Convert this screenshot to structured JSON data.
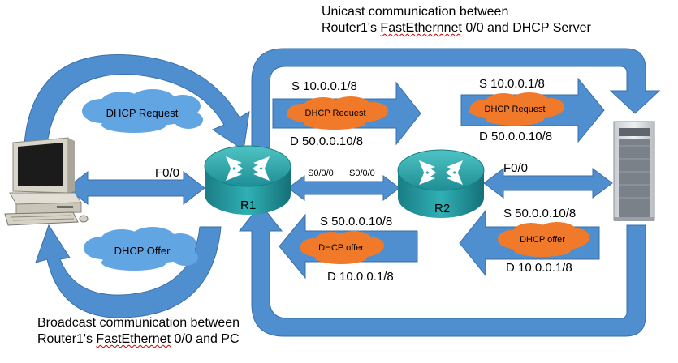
{
  "captions": {
    "unicast_line1": "Unicast communication between",
    "unicast_line2_prefix": "Router1's ",
    "unicast_line2_word": "FastEthernnet",
    "unicast_line2_suffix": " 0/0 and DHCP Server",
    "broadcast_line1": "Broadcast communication between",
    "broadcast_line2_prefix": "Router1's ",
    "broadcast_line2_word": "FastEthernet",
    "broadcast_line2_suffix": " 0/0 and PC"
  },
  "clouds": {
    "left_request": "DHCP Request",
    "left_offer": "DHCP Offer",
    "mid_request": "DHCP Request",
    "mid_offer": "DHCP offer",
    "right_request": "DHCP Request",
    "right_offer": "DHCP offer"
  },
  "routers": {
    "r1": "R1",
    "r2": "R2"
  },
  "interfaces": {
    "pc_side": "F0/0",
    "r1_serial": "S0/0/0",
    "r2_serial": "S0/0/0",
    "r2_fast": "F0/0"
  },
  "addresses": {
    "mid_request_src": "S  10.0.0.1/8",
    "mid_request_dst": "D 50.0.0.10/8",
    "right_request_src": "S  10.0.0.1/8",
    "right_request_dst": "D 50.0.0.10/8",
    "mid_offer_src": "S  50.0.0.10/8",
    "mid_offer_dst": "D 10.0.0.1/8",
    "right_offer_src": "S  50.0.0.10/8",
    "right_offer_dst": "D 10.0.0.1/8"
  },
  "colors": {
    "arrow_blue": "#4f8fd0",
    "arrow_outline": "#3a6fa8",
    "cloud_blue": "#62a5e3",
    "cloud_orange": "#f07a2a",
    "router_teal": "#2aa3a8",
    "squiggle_red": "#d00000"
  },
  "icons": {
    "pc": "desktop-pc-icon",
    "server": "server-tower-icon",
    "router": "router-icon"
  }
}
